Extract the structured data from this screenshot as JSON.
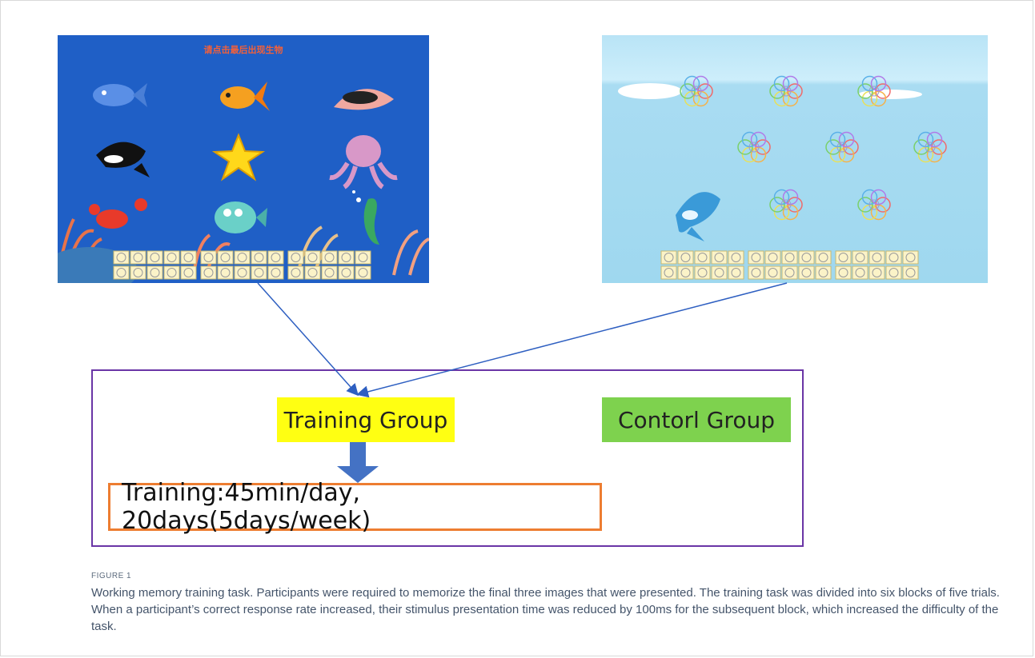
{
  "left_screen": {
    "prompt": "请点击最后出现生物",
    "background_color": "#1f5fc6",
    "creatures": [
      "fish-icon",
      "goldfish-icon",
      "clam-icon",
      "orca-icon",
      "starfish-icon",
      "octopus-icon",
      "crab-icon",
      "pufferfish-icon",
      "seahorse-icon"
    ]
  },
  "right_screen": {
    "background_color": "#a9dcf2",
    "items": [
      "flower-icon",
      "flower-icon",
      "flower-icon",
      "flower-icon",
      "flower-icon",
      "flower-icon",
      "dolphin-icon",
      "flower-icon",
      "flower-icon"
    ]
  },
  "groups": {
    "training_label": "Training Group",
    "training_color": "#ffff12",
    "control_label": "Contorl Group",
    "control_color": "#7ed24e",
    "schedule_text": "Training:45min/day, 20days(5days/week)",
    "box_color": "#6a35a6",
    "schedule_border_color": "#ed7d31",
    "arrow_color": "#2e5fc1"
  },
  "caption": {
    "label": "FIGURE 1",
    "text": "Working memory training task. Participants were required to memorize the final three images that were presented. The training task was divided into six blocks of five trials. When a participant’s correct response rate increased, their stimulus presentation time was reduced by 100ms for the subsequent block, which increased the difficulty of the task."
  }
}
